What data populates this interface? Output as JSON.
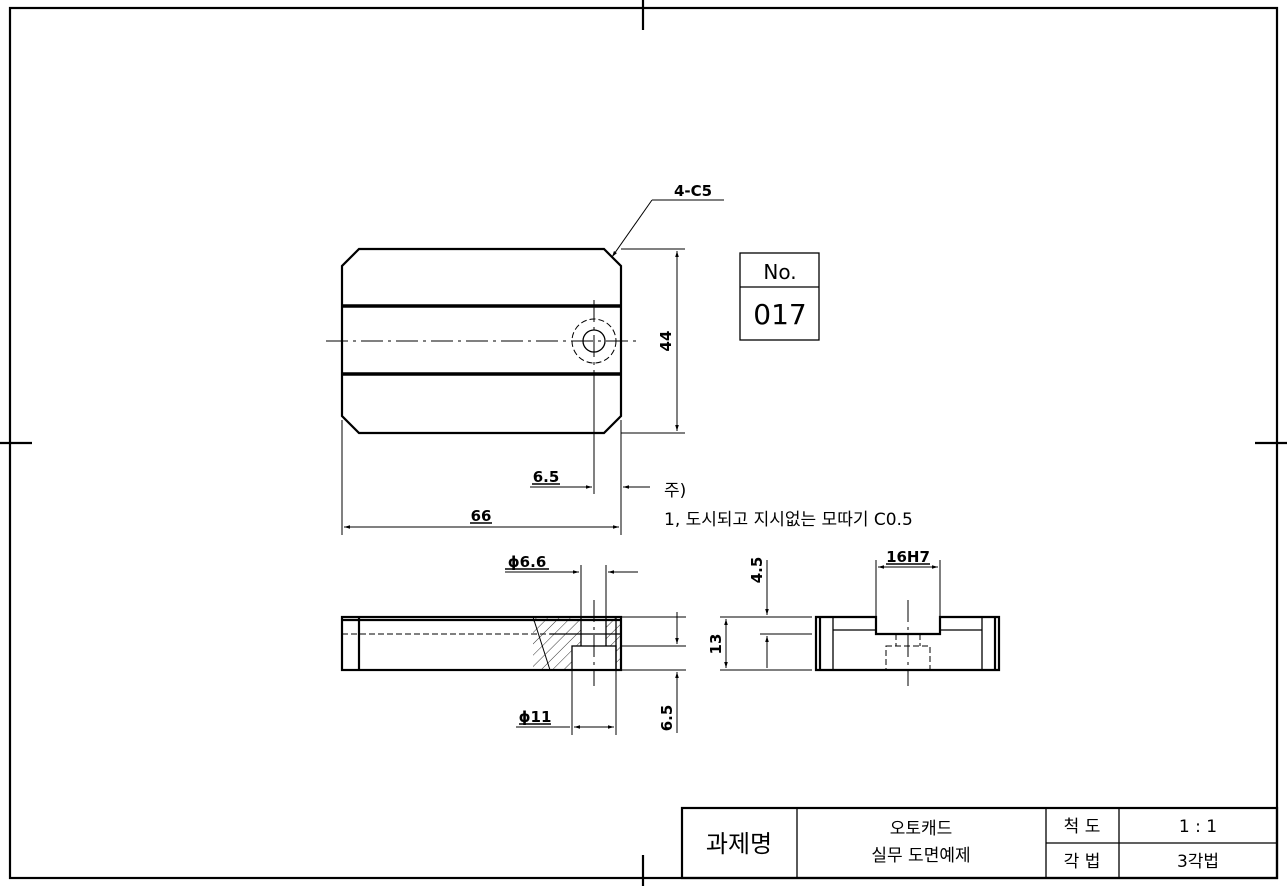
{
  "drawing": {
    "number_label": "No.",
    "number_value": "017",
    "chamfer_callout": "4-C5",
    "dimensions": {
      "width_top": "66",
      "height_top": "44",
      "hole_offset": "6.5",
      "through_hole_dia": "ϕ6.6",
      "counterbore_dia": "ϕ11",
      "counterbore_depth": "6.5",
      "thickness": "13",
      "slot_depth": "4.5",
      "slot_width": "16H7"
    },
    "notes": {
      "heading": "주)",
      "line1": "1, 도시되고 지시없는 모따기 C0.5"
    }
  },
  "title_block": {
    "task_label": "과제명",
    "title_line1": "오토캐드",
    "title_line2": "실무 도면예제",
    "scale_label": "척 도",
    "scale_value": "1 : 1",
    "method_label": "각 법",
    "method_value": "3각법"
  }
}
